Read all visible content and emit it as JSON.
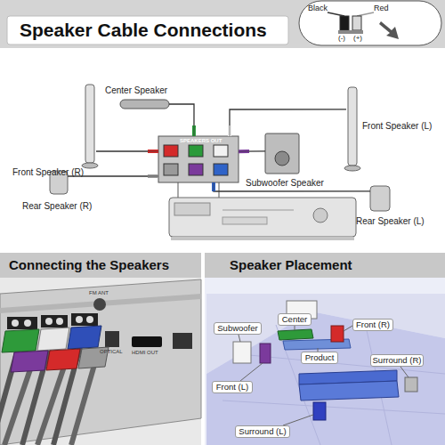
{
  "diagram": {
    "title": "Speaker Cable Connections",
    "nodes": [
      {
        "text": [
          "Center Speaker"
        ]
      },
      {
        "text": [
          "Front Speaker (R)"
        ]
      },
      {
        "text": [
          "Front Speaker (L)"
        ]
      },
      {
        "text": [
          "SPEAKERS OUT"
        ]
      },
      {
        "text": [
          "Subwoofer Speaker"
        ]
      },
      {
        "text": [
          "Rear Speaker (R)"
        ]
      },
      {
        "text": [
          "Rear Speaker (L)"
        ]
      },
      {
        "text": [
          "Connecting the Speakers"
        ]
      },
      {
        "text": [
          "Speaker Placement"
        ]
      },
      {
        "text": [
          "Subwoofer"
        ]
      },
      {
        "text": [
          "Center"
        ]
      },
      {
        "text": [
          "Front (R)"
        ]
      },
      {
        "text": [
          "Product"
        ]
      },
      {
        "text": [
          "Surround (R)"
        ]
      },
      {
        "text": [
          "Front (L)"
        ]
      },
      {
        "text": [
          "Surround (L)"
        ]
      }
    ],
    "edges": [
      {
        "from": 0,
        "to": 3,
        "arrow": "none"
      },
      {
        "from": 1,
        "to": 3,
        "arrow": "none"
      },
      {
        "from": 2,
        "to": 3,
        "arrow": "none"
      },
      {
        "from": 4,
        "to": 3,
        "arrow": "none"
      },
      {
        "from": 5,
        "to": 3,
        "arrow": "none"
      },
      {
        "from": 6,
        "to": 3,
        "arrow": "none"
      }
    ],
    "labels": [
      "Black",
      "Red",
      "(-)",
      "(+)",
      "FM ANT",
      "HDMI OUT",
      "OPTICAL"
    ]
  }
}
